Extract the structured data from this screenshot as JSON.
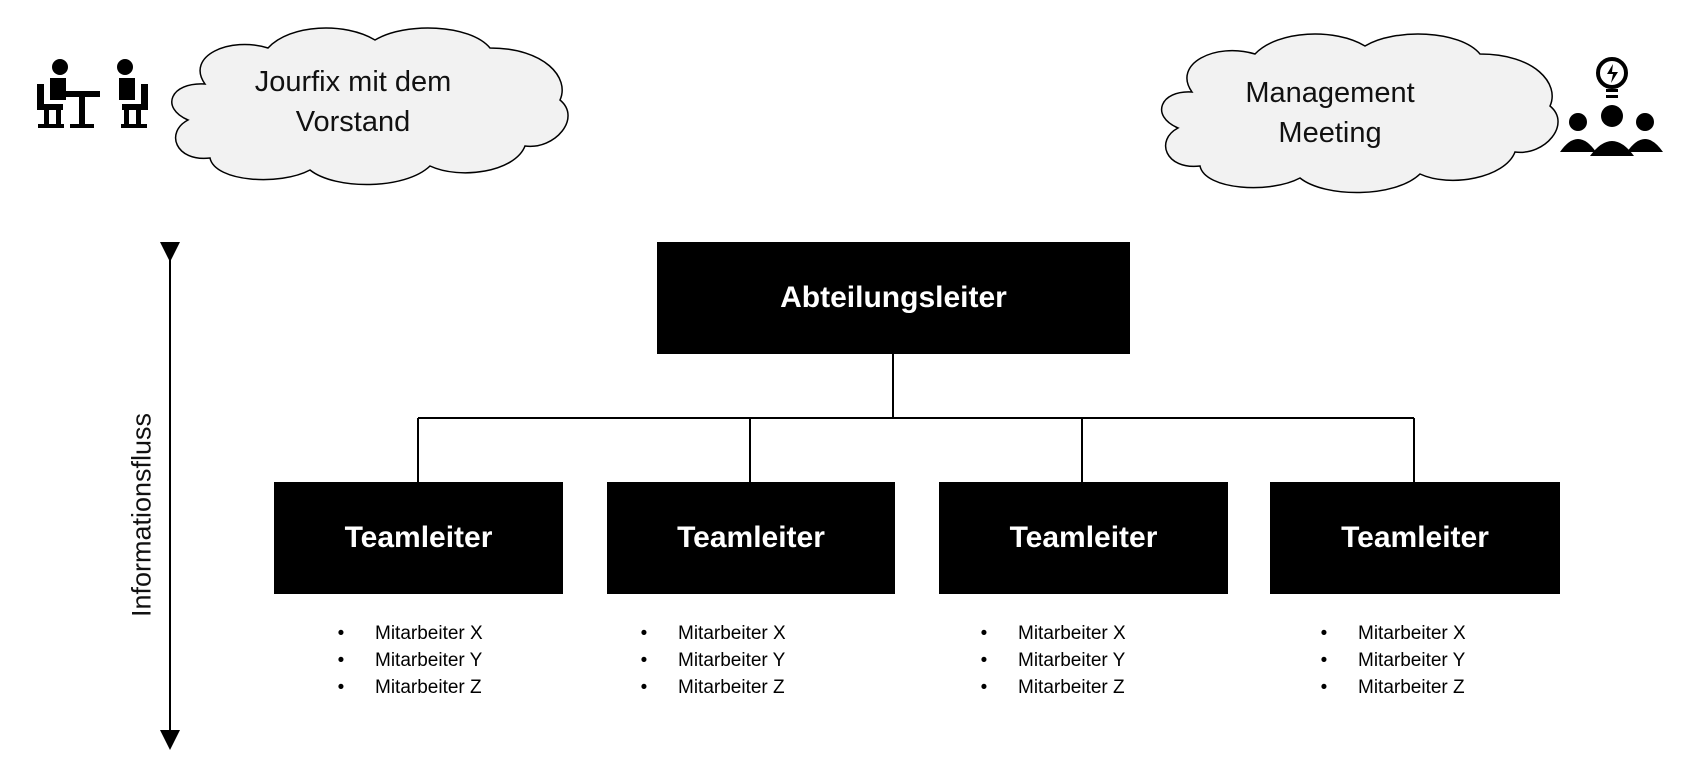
{
  "clouds": {
    "left": {
      "line1": "Jourfix mit dem",
      "line2": "Vorstand",
      "icon": "meeting-table-icon"
    },
    "right": {
      "line1": "Management",
      "line2": "Meeting",
      "icon": "team-idea-icon"
    }
  },
  "axis": {
    "label": "Informationsfluss"
  },
  "org": {
    "head": "Abteilungsleiter",
    "teams": [
      {
        "title": "Teamleiter",
        "members": [
          "Mitarbeiter X",
          "Mitarbeiter Y",
          "Mitarbeiter Z"
        ]
      },
      {
        "title": "Teamleiter",
        "members": [
          "Mitarbeiter X",
          "Mitarbeiter Y",
          "Mitarbeiter Z"
        ]
      },
      {
        "title": "Teamleiter",
        "members": [
          "Mitarbeiter X",
          "Mitarbeiter Y",
          "Mitarbeiter Z"
        ]
      },
      {
        "title": "Teamleiter",
        "members": [
          "Mitarbeiter X",
          "Mitarbeiter Y",
          "Mitarbeiter Z"
        ]
      }
    ]
  },
  "colors": {
    "box": "#000000",
    "box_text": "#ffffff",
    "line": "#000000",
    "cloud_fill": "#f2f2f2"
  }
}
